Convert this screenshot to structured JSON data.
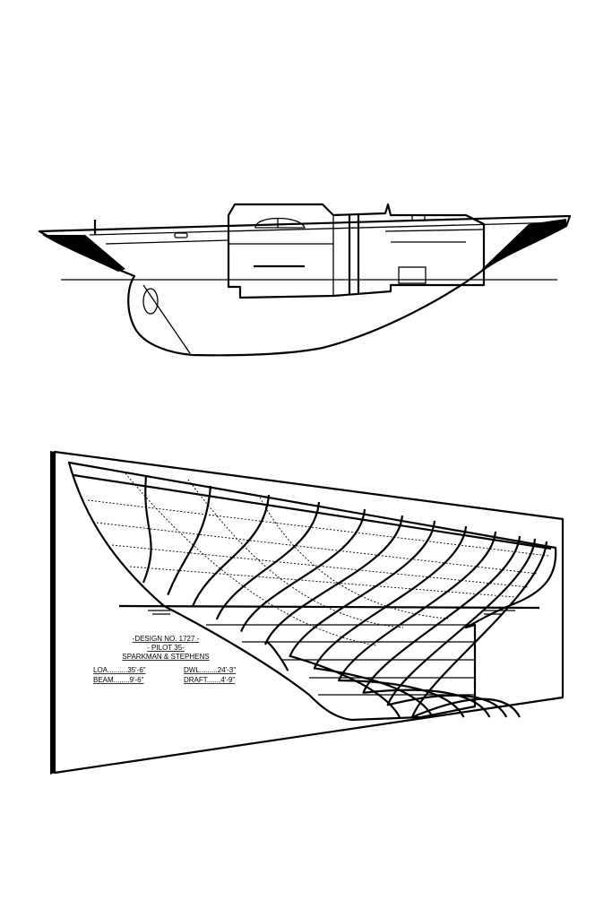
{
  "title_block": {
    "design": "-DESIGN NO. 1727 -",
    "name": "- PILOT 35-",
    "designer": "SPARKMAN & STEPHENS",
    "loa": "LOA..........35'-6\"",
    "beam": "BEAM........9'-6\"",
    "dwl": "DWL.........24'-3\"",
    "draft": "DRAFT.......4'-9\""
  },
  "colors": {
    "line": "#000000",
    "background": "#ffffff"
  }
}
